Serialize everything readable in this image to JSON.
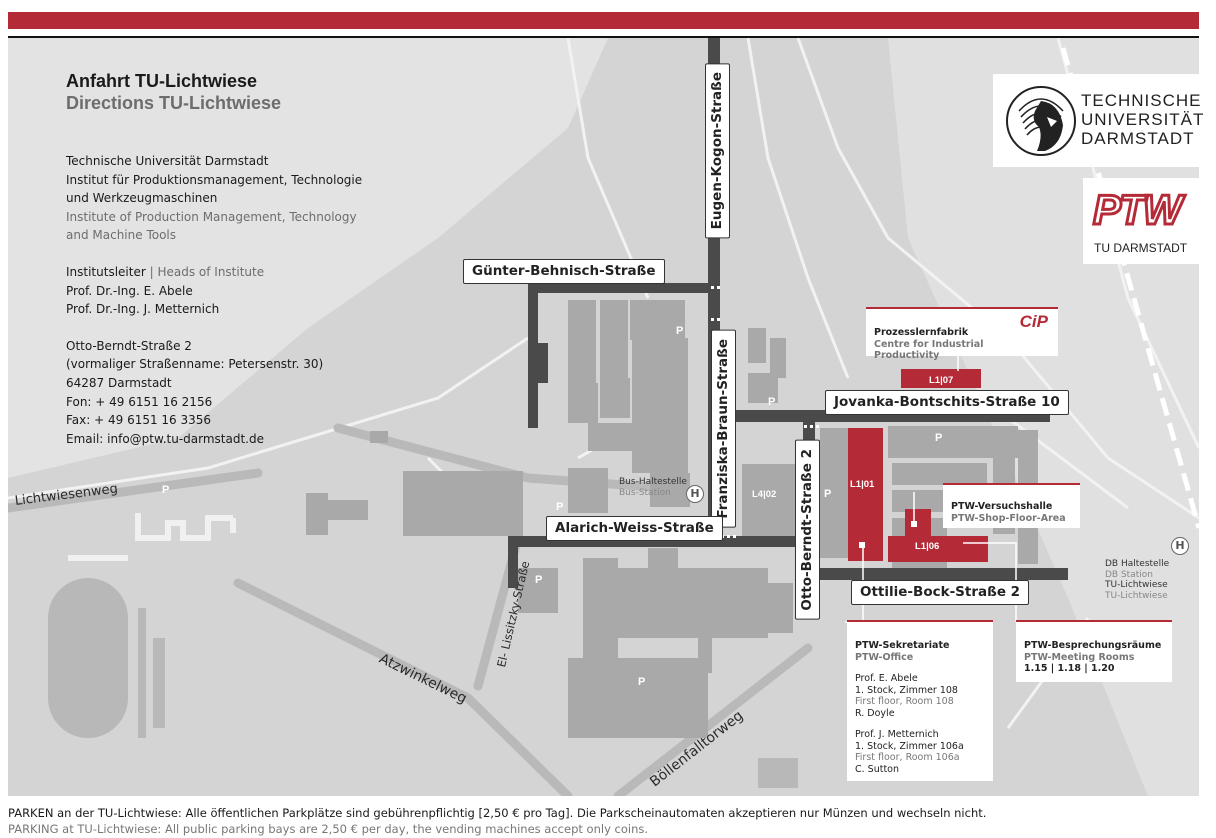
{
  "header": {
    "title_de": "Anfahrt TU-Lichtwiese",
    "title_en": "Directions TU-Lichtwiese"
  },
  "address": {
    "org_line1": "Technische Universität Darmstadt",
    "org_line2": "Institut für Produktionsmanagement, Technologie",
    "org_line3": "und Werkzeugmaschinen",
    "org_en_line1": "Institute of Production Management, Technology",
    "org_en_line2": "and Machine Tools",
    "heads_label_de": "Institutsleiter",
    "heads_sep": " | ",
    "heads_label_en": "Heads of Institute",
    "head1": "Prof. Dr.-Ing. E. Abele",
    "head2": "Prof. Dr.-Ing. J. Metternich",
    "street": "Otto-Berndt-Straße 2",
    "former_name": "(vormaliger Straßenname: Petersenstr. 30)",
    "city": "64287 Darmstadt",
    "phone": "Fon: + 49 6151 16 2156",
    "fax": "Fax: + 49 6151 16 3356",
    "email": "Email: info@ptw.tu-darmstadt.de"
  },
  "streets": {
    "eugen_kogon": "Eugen-Kogon-Straße",
    "guenter_behnisch": "Günter-Behnisch-Straße",
    "franziska_braun": "Franziska-Braun-Straße",
    "jovanka": "Jovanka-Bontschits-Straße 10",
    "otto_berndt": "Otto-Berndt-Straße 2",
    "alarich_weiss": "Alarich-Weiss-Straße",
    "ottilie_bock": "Ottilie-Bock-Straße 2",
    "lichtwiesenweg": "Lichtwiesenweg",
    "el_lissitzky": "El- Lissitzky-Straße",
    "atzwinkelweg": "Atzwinkelweg",
    "boellenfalltorweg": "Böllenfalltorweg"
  },
  "parking_label": "P",
  "buildings": {
    "l1_07": "L1|07",
    "l1_01": "L1|01",
    "l1_06": "L1|06",
    "l4_02": "L4|02"
  },
  "stops": {
    "bus_de": "Bus-Haltestelle",
    "bus_en": "Bus-Station",
    "db_de1": "DB Haltestelle",
    "db_en1": "DB Station",
    "db_de2": "TU-Lichtwiese",
    "db_en2": "TU-Lichtwiese",
    "h_symbol": "H"
  },
  "callouts": {
    "cip": {
      "title": "Prozesslernfabrik",
      "subtitle": "Centre for Industrial Productivity",
      "logo": "CiP"
    },
    "versuchshalle": {
      "title": "PTW-Versuchshalle",
      "subtitle": "PTW-Shop-Floor-Area"
    },
    "sekretariate": {
      "title": "PTW-Sekretariate",
      "subtitle": "PTW-Office",
      "p1_name": "Prof. E. Abele",
      "p1_room_de": "1. Stock, Zimmer 108",
      "p1_room_en": "First floor, Room 108",
      "p1_contact": "R. Doyle",
      "p2_name": "Prof. J. Metternich",
      "p2_room_de": "1. Stock, Zimmer 106a",
      "p2_room_en": "First floor, Room 106a",
      "p2_contact": "C. Sutton"
    },
    "besprechung": {
      "title": "PTW-Besprechungsräume",
      "subtitle": "PTW-Meeting Rooms",
      "rooms": "1.15 | 1.18 | 1.20"
    }
  },
  "logos": {
    "tu_line1": "TECHNISCHE",
    "tu_line2": "UNIVERSITÄT",
    "tu_line3": "DARMSTADT",
    "ptw_mark": "PTW",
    "ptw_sub": "TU DARMSTADT"
  },
  "footer": {
    "de": "PARKEN an der TU-Lichtwiese: Alle öffentlichen Parkplätze sind gebührenpflichtig [2,50 € pro Tag]. Die Parkscheinautomaten akzeptieren nur Münzen und wechseln nicht.",
    "en": "PARKING at TU-Lichtwiese: All public parking bays are 2,50 € per day, the vending machines accept only coins."
  },
  "colors": {
    "accent": "#b52a37",
    "map_bg": "#dcdcdc",
    "building": "#a8a8a8",
    "road": "#4a4a4a"
  }
}
